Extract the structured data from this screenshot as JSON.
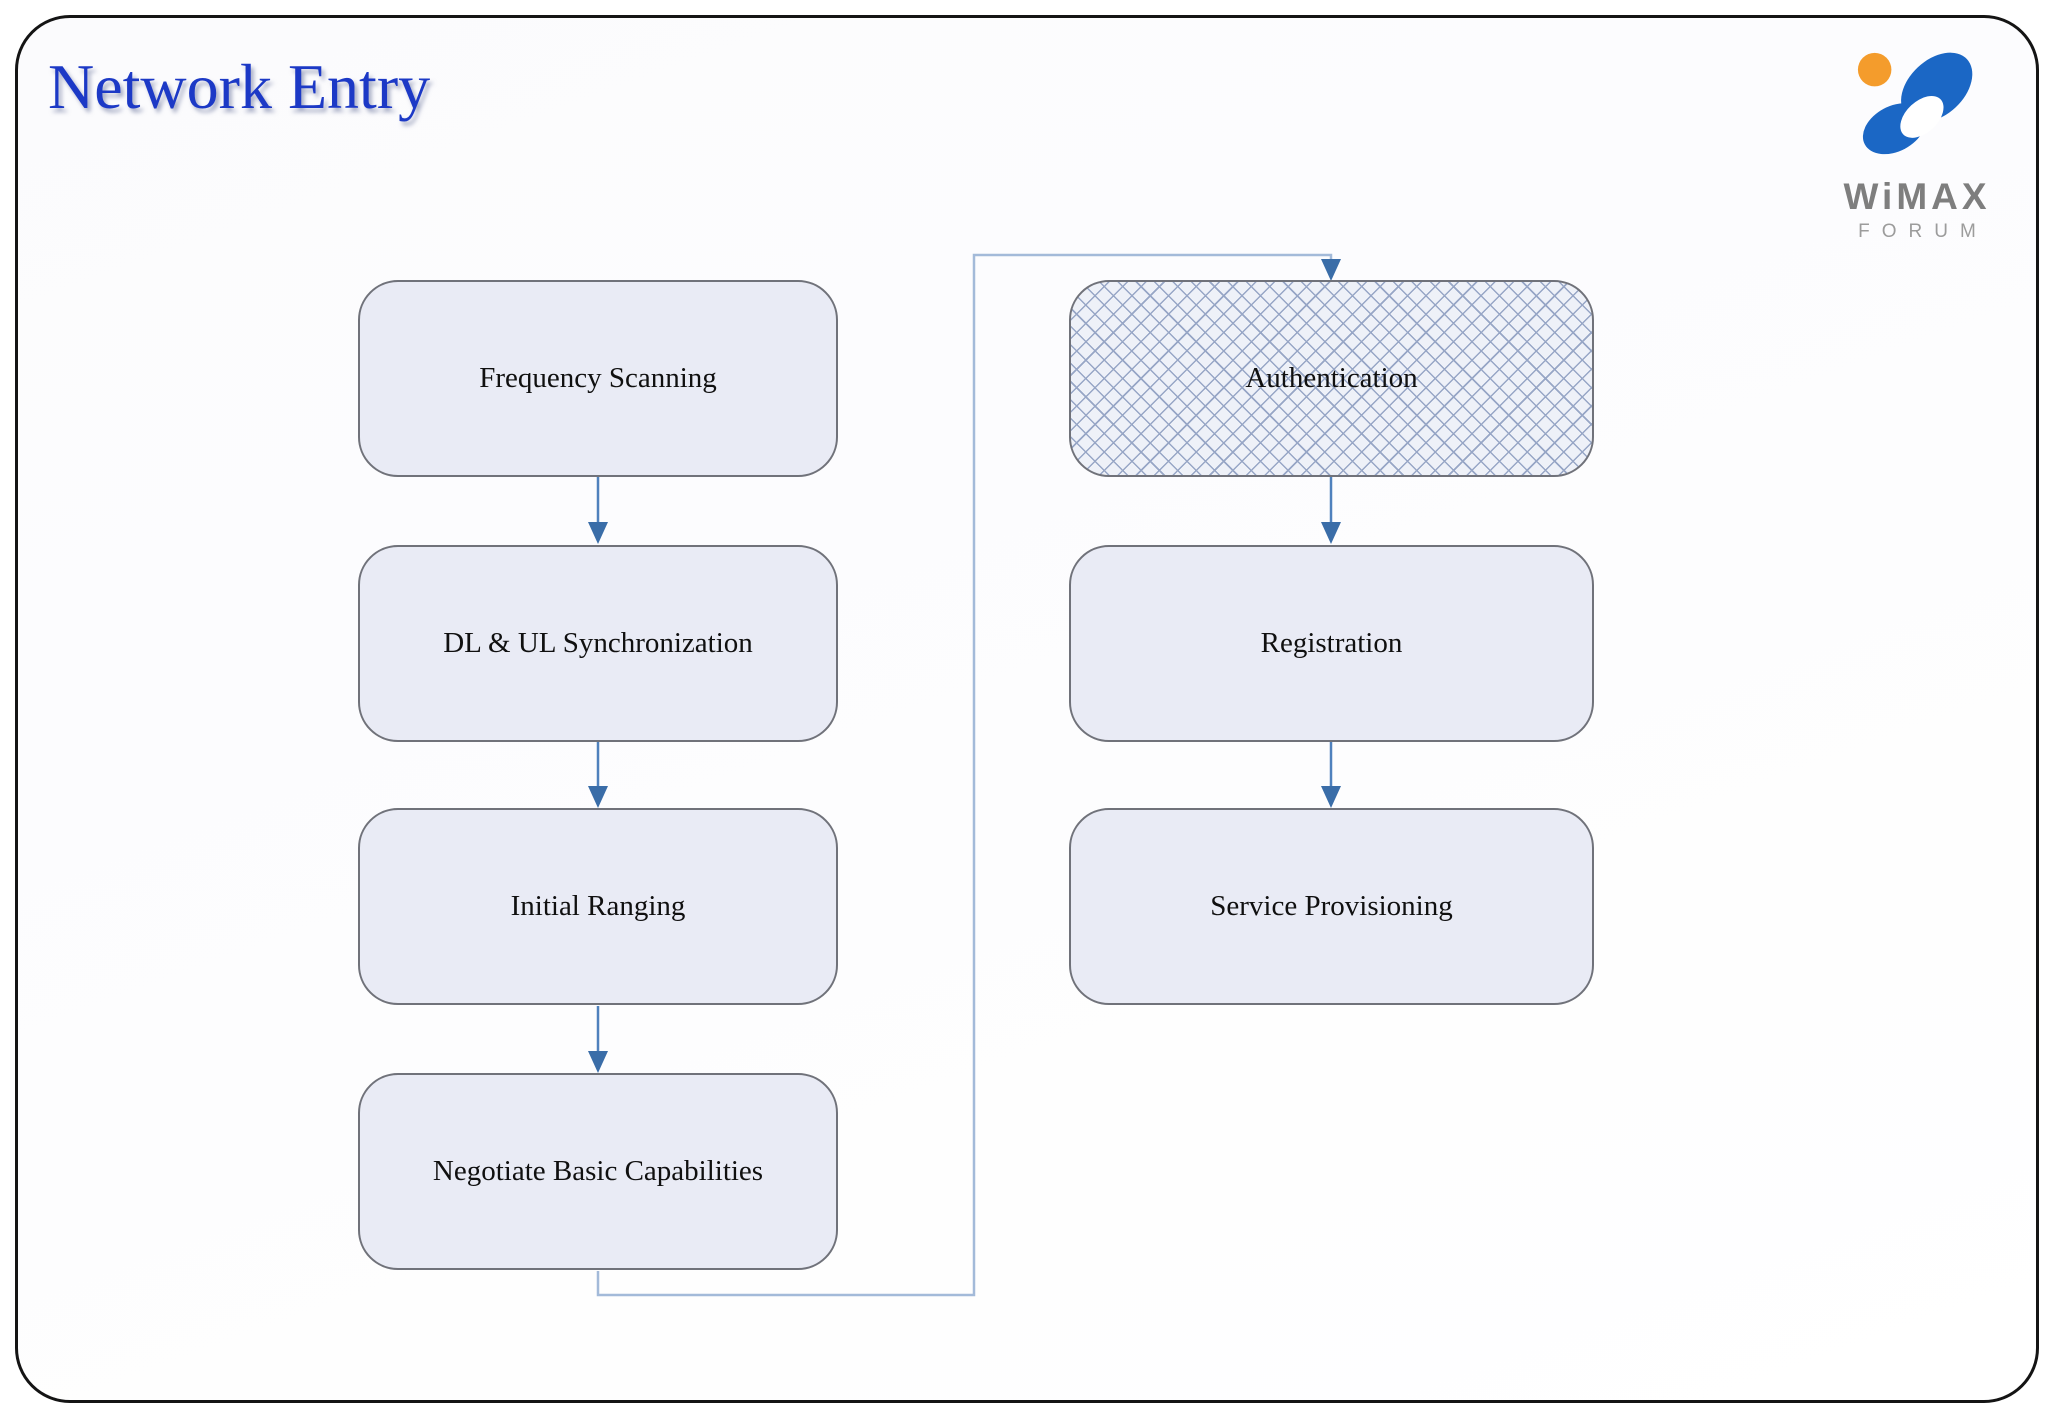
{
  "slide": {
    "title": "Network Entry"
  },
  "logo": {
    "brand": "WiMAX",
    "subbrand": "FORUM",
    "mark": "wimax-butterfly-mark"
  },
  "flowchart": {
    "left_steps": [
      {
        "label": "Frequency Scanning"
      },
      {
        "label": "DL & UL Synchronization"
      },
      {
        "label": "Initial Ranging"
      },
      {
        "label": "Negotiate Basic Capabilities"
      }
    ],
    "right_steps": [
      {
        "label": "Authentication",
        "hatched": true
      },
      {
        "label": "Registration"
      },
      {
        "label": "Service Provisioning"
      }
    ],
    "loop_connector": "Negotiate Basic Capabilities -> Authentication"
  },
  "colors": {
    "title-blue": "#1C39C6",
    "accent": "#4F81BD",
    "accent-dark": "#3A6DA8",
    "accent-light": "#A3BAD9",
    "box-fill": "#E9EBF5",
    "box-border": "#70727A",
    "auth-fill": "#EEF1F8",
    "hatch-line": "#97A6C6",
    "logo-orange": "#F49C2C",
    "logo-blue": "#1B67C5",
    "logo-gray": "#7E7E7E"
  }
}
